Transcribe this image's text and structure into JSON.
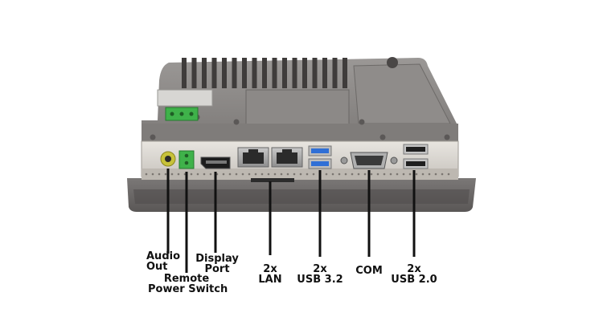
{
  "labels": {
    "audio": [
      "Audio",
      "Out"
    ],
    "remote": [
      "Remote",
      "Power Switch"
    ],
    "display": [
      "Display",
      "Port"
    ],
    "lan": [
      "2x",
      "LAN"
    ],
    "usb32": [
      "2x",
      "USB 3.2"
    ],
    "com": [
      "COM"
    ],
    "usb20": [
      "2x",
      "USB 2.0"
    ]
  },
  "colors": {
    "chassis": "#8a8785",
    "chassis_dark": "#5f5c5b",
    "bezel": "#6f6c6b",
    "panel": "#d9d6d1",
    "usb3_blue": "#2f6fd6",
    "terminal_green": "#3fb24a",
    "leader": "#111111"
  }
}
